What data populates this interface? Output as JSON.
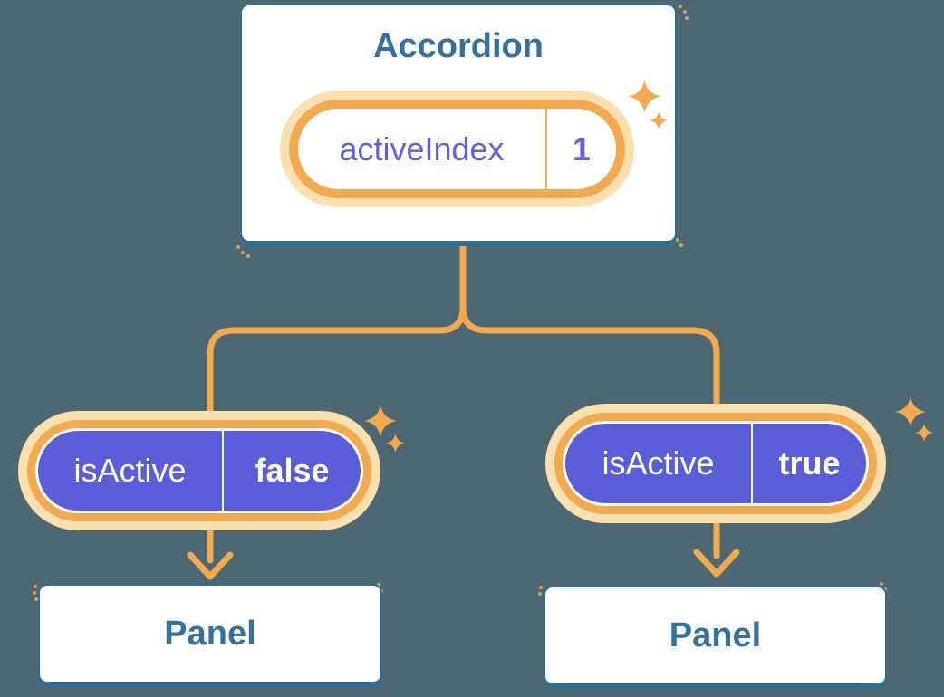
{
  "colors": {
    "background": "#4D6873",
    "blue": "#2F6E93",
    "text_blue": "#35719A",
    "orange": "#F2AA51",
    "orange_halo": "#FBDFAE",
    "purple": "#5B5CD7",
    "purple_text": "#6361D9",
    "white": "#FFFFFF"
  },
  "accordion": {
    "title": "Accordion",
    "state_label": "activeIndex",
    "state_value": "1"
  },
  "left_branch": {
    "prop_label": "isActive",
    "prop_value": "false",
    "panel_title": "Panel"
  },
  "right_branch": {
    "prop_label": "isActive",
    "prop_value": "true",
    "panel_title": "Panel"
  },
  "icons": {
    "sparkle": "✦"
  }
}
